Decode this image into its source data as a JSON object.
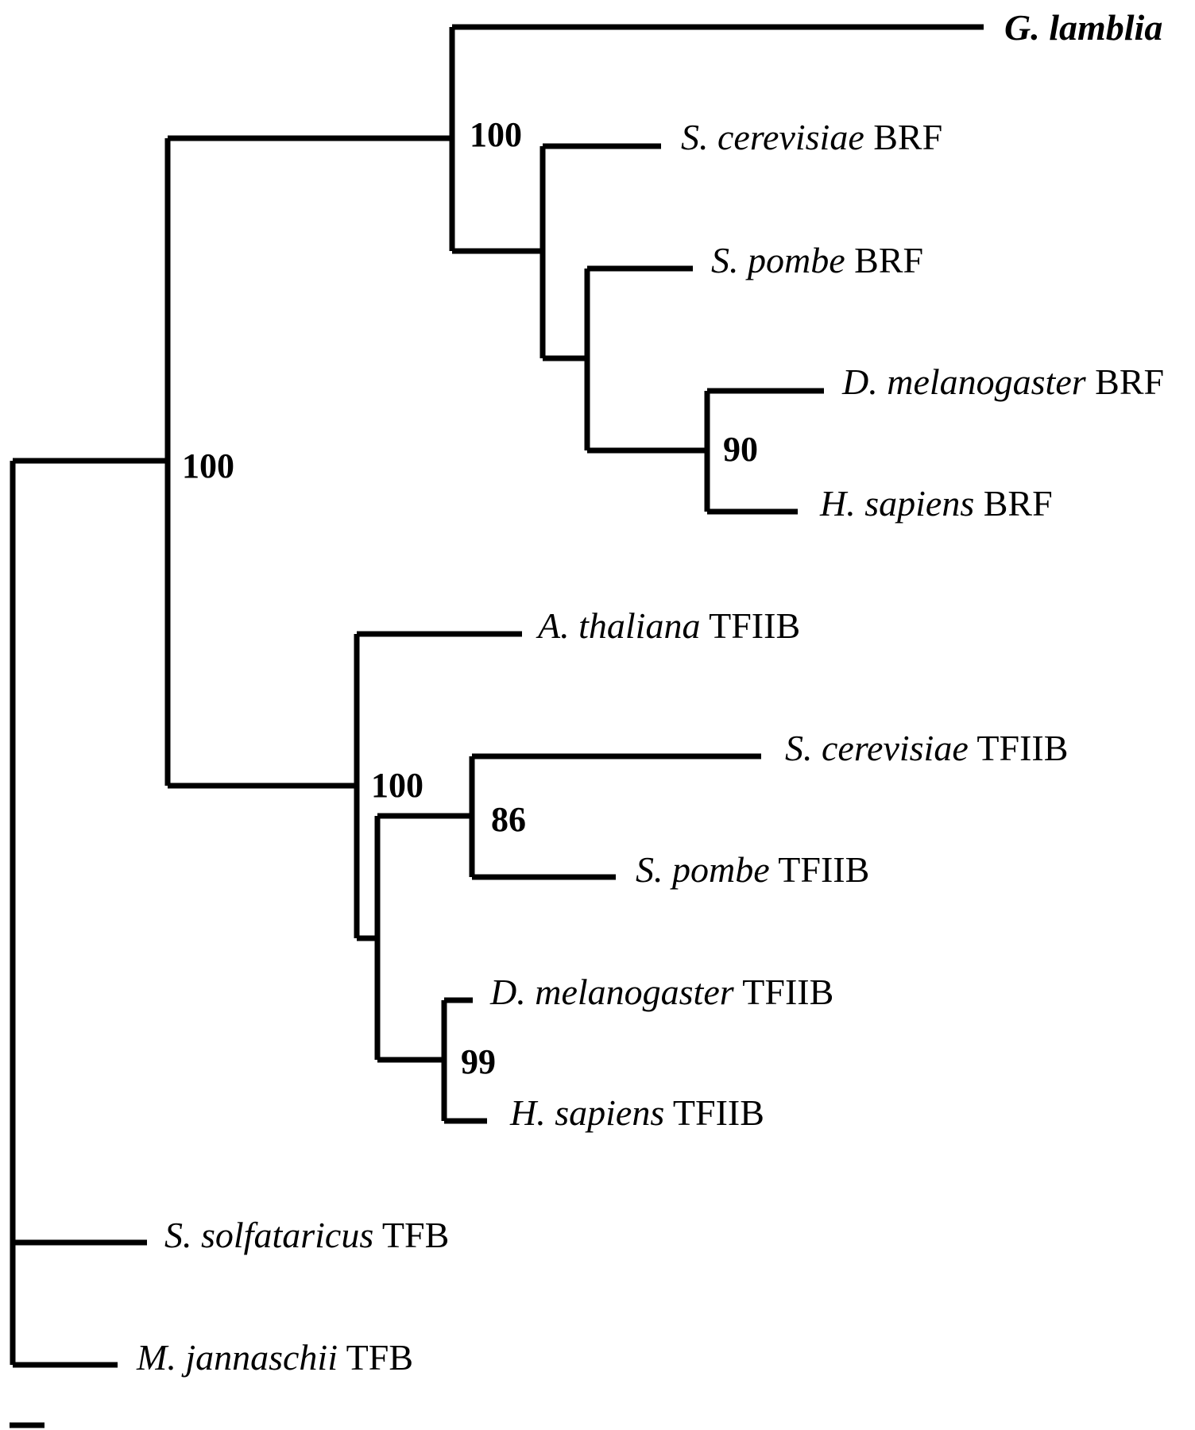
{
  "figure": {
    "type": "phylogenetic-tree",
    "tree_newick_topology": "((G. lamblia,(S. cerevisiae BRF,(S. pombe BRF,(D. melanogaster BRF,H. sapiens BRF)90)))100,(A. thaliana TFIIB,((S. cerevisiae TFIIB,S. pombe TFIIB)86,(D. melanogaster TFIIB,H. sapiens TFIIB)99))100)100,S. solfataricus TFB,M. jannaschii TFB);",
    "taxa": [
      {
        "id": "glamblia",
        "species": "G. lamblia",
        "suffix": "",
        "bold": true
      },
      {
        "id": "scer_brf",
        "species": "S. cerevisiae",
        "suffix": " BRF",
        "bold": false
      },
      {
        "id": "spom_brf",
        "species": "S. pombe",
        "suffix": " BRF",
        "bold": false
      },
      {
        "id": "dmel_brf",
        "species": "D. melanogaster",
        "suffix": " BRF",
        "bold": false
      },
      {
        "id": "hsap_brf",
        "species": "H. sapiens",
        "suffix": " BRF",
        "bold": false
      },
      {
        "id": "atha_tfiib",
        "species": "A. thaliana",
        "suffix": " TFIIB",
        "bold": false
      },
      {
        "id": "scer_tfiib",
        "species": "S. cerevisiae",
        "suffix": " TFIIB",
        "bold": false
      },
      {
        "id": "spom_tfiib",
        "species": "S. pombe",
        "suffix": " TFIIB",
        "bold": false
      },
      {
        "id": "dmel_tfiib",
        "species": "D. melanogaster",
        "suffix": " TFIIB",
        "bold": false
      },
      {
        "id": "hsap_tfiib",
        "species": "H. sapiens",
        "suffix": " TFIIB",
        "bold": false
      },
      {
        "id": "ssol_tfb",
        "species": "S. solfataricus",
        "suffix": " TFB",
        "bold": false
      },
      {
        "id": "mjan_tfb",
        "species": "M. jannaschii",
        "suffix": " TFB",
        "bold": false
      }
    ],
    "support_values": [
      {
        "node": "eukaryote-clade",
        "value": "100"
      },
      {
        "node": "brf-clade-with-glamblia",
        "value": "100"
      },
      {
        "node": "dmel-hsap-brf",
        "value": "90"
      },
      {
        "node": "tfiib-clade",
        "value": "100"
      },
      {
        "node": "scer-spom-tfiib",
        "value": "86"
      },
      {
        "node": "dmel-hsap-tfiib",
        "value": "99"
      }
    ],
    "scale_bar_label": ""
  }
}
